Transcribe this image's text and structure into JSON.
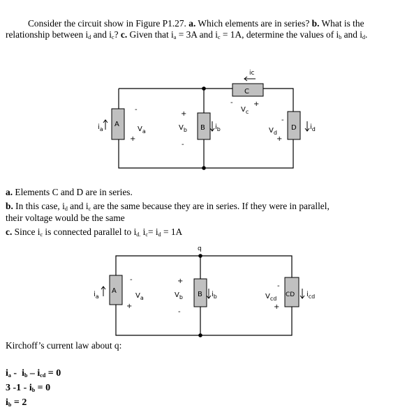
{
  "problem": {
    "p1": "Consider the circuit show in Figure P1.27.",
    "a_label": "a.",
    "p2": "Which elements are in series?",
    "b_label": "b.",
    "p3": "What is the relationship between i",
    "sub_d": "d",
    "p4": "and i",
    "sub_c": "c",
    "p5": "?",
    "c_label": "c.",
    "p6": "Given that i",
    "sub_a": "a",
    "p7": "= 3A and i",
    "p8": "= 1A, determine the values of i",
    "sub_b": "b",
    "p9": "and i",
    "p10": "."
  },
  "circuit1": {
    "el_a": "A",
    "el_b": "B",
    "el_c": "C",
    "el_d": "D",
    "i_main": "i",
    "i_c_label": "ic",
    "v": "V",
    "sub_a": "a",
    "sub_b": "b",
    "sub_c": "c",
    "sub_d": "d",
    "plus": "+",
    "minus": "-"
  },
  "answers": {
    "a_label": "a.",
    "a_text": "Elements C and D are in series.",
    "b_label": "b.",
    "b_text1": "In this case, i",
    "b_sub_d": "d",
    "b_text2": "and i",
    "b_sub_c": "c",
    "b_text3": "are the same because they are in series. If they were in parallel,",
    "b_text4": "their voltage would be the same",
    "c_label": "c.",
    "c_text1": "Since i",
    "c_sub_c": "c",
    "c_text2": "is connected parallel to i",
    "c_sub_d": "d.",
    "c_text3": "i",
    "c_sub_c2": "c",
    "c_text4": "= i",
    "c_sub_d2": "d",
    "c_text5": "= 1A"
  },
  "circuit2": {
    "node_label": "q",
    "el_a": "A",
    "el_b": "B",
    "el_cd": "CD",
    "i_main": "i",
    "v": "V",
    "sub_a": "a",
    "sub_b": "b",
    "sub_cd": "cd",
    "plus": "+",
    "minus": "-"
  },
  "kirchoff": {
    "label": "Kirchoff’s current law about q:",
    "eq1_i": "i",
    "eq1_sub_a": "a",
    "eq1_m1": " -  ",
    "eq1_i2": "i",
    "eq1_sub_b": "b",
    "eq1_m2": " – ",
    "eq1_i3": "i",
    "eq1_sub_cd": "cd",
    "eq1_rest": " = 0",
    "eq2": "3 -1 - i",
    "eq2_sub_b": "b",
    "eq2_rest": " = 0",
    "eq3_i": "i",
    "eq3_sub_b": "b",
    "eq3_rest": " = 2"
  }
}
